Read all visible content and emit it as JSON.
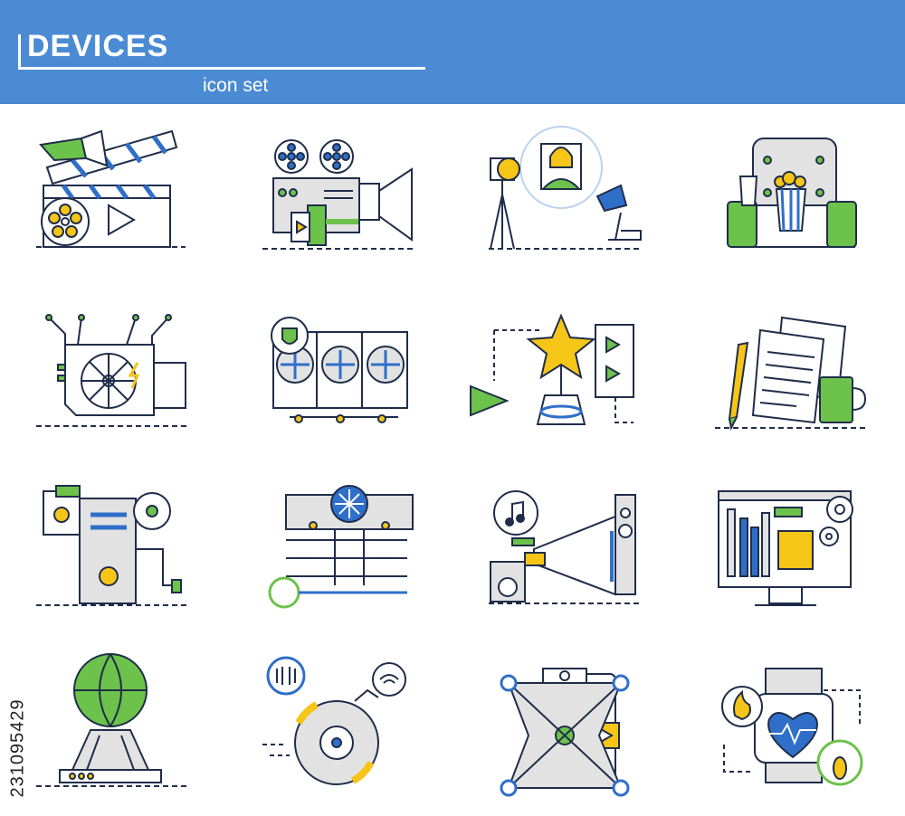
{
  "header": {
    "title": "DEVICES",
    "subtitle": "icon set"
  },
  "watermark": {
    "id": "231095429"
  },
  "colors": {
    "header_blue": "#4a8bd4",
    "outline": "#1f2d4a",
    "green": "#6cc24a",
    "yellow": "#f5c518",
    "blue": "#2f6fc9",
    "gray": "#e2e2e2"
  },
  "icons": [
    {
      "name": "clapperboard-megaphone-icon"
    },
    {
      "name": "film-projector-icon"
    },
    {
      "name": "photo-studio-icon"
    },
    {
      "name": "cinema-popcorn-icon"
    },
    {
      "name": "graphics-card-icon"
    },
    {
      "name": "gpu-mining-rig-icon"
    },
    {
      "name": "film-award-icon"
    },
    {
      "name": "script-writing-icon"
    },
    {
      "name": "desktop-computer-icon"
    },
    {
      "name": "server-cooling-icon"
    },
    {
      "name": "music-speaker-icon"
    },
    {
      "name": "monitor-settings-icon"
    },
    {
      "name": "hologram-globe-icon"
    },
    {
      "name": "robot-vacuum-icon"
    },
    {
      "name": "drone-smartphone-icon"
    },
    {
      "name": "fitness-watch-icon"
    }
  ]
}
